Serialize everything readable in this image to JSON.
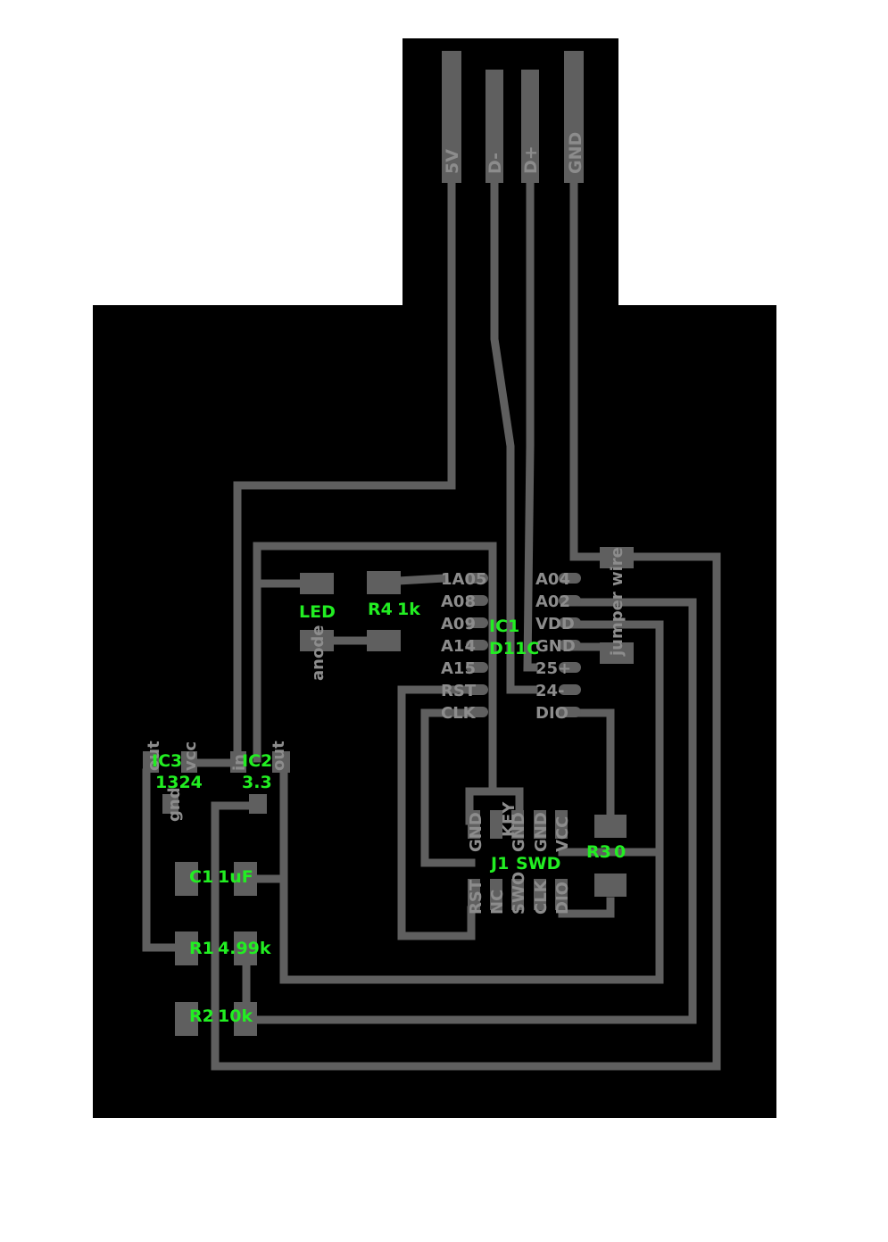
{
  "usb_pins": [
    "5V",
    "D-",
    "D+",
    "GND"
  ],
  "ic1": {
    "name": "IC1",
    "value": "D11C",
    "left_pins": [
      "1A05",
      "A08",
      "A09",
      "A14",
      "A15",
      "RST",
      "CLK"
    ],
    "right_pins": [
      "A04",
      "A02",
      "VDD",
      "GND",
      "25+",
      "24-",
      "DIO"
    ]
  },
  "led": {
    "name": "LED",
    "anode": "anode"
  },
  "r4": {
    "name": "R4",
    "value": "1k"
  },
  "r3": {
    "name": "R3",
    "value": "0"
  },
  "r1": {
    "name": "R1",
    "value": "4.99k"
  },
  "r2": {
    "name": "R2",
    "value": "10k"
  },
  "c1": {
    "name": "C1",
    "value": "1uF"
  },
  "ic3": {
    "name": "IC3",
    "value": "1324",
    "pins": [
      "out",
      "vcc",
      "gnd"
    ]
  },
  "ic2": {
    "name": "IC2",
    "value": "3.3",
    "pins": [
      "in",
      "out"
    ]
  },
  "jumper": {
    "label": "jumper wire"
  },
  "j1": {
    "name": "J1",
    "value": "SWD",
    "top_pins": [
      "GND",
      "KEY",
      "GND",
      "GND",
      "VCC"
    ],
    "bottom_pins": [
      "RST",
      "NC",
      "SWO",
      "CLK",
      "DIO"
    ]
  },
  "colors": {
    "board": "#000000",
    "copper": "#5f5f5f",
    "pin_label": "#8c8c8c",
    "part_label": "#22ee22"
  }
}
